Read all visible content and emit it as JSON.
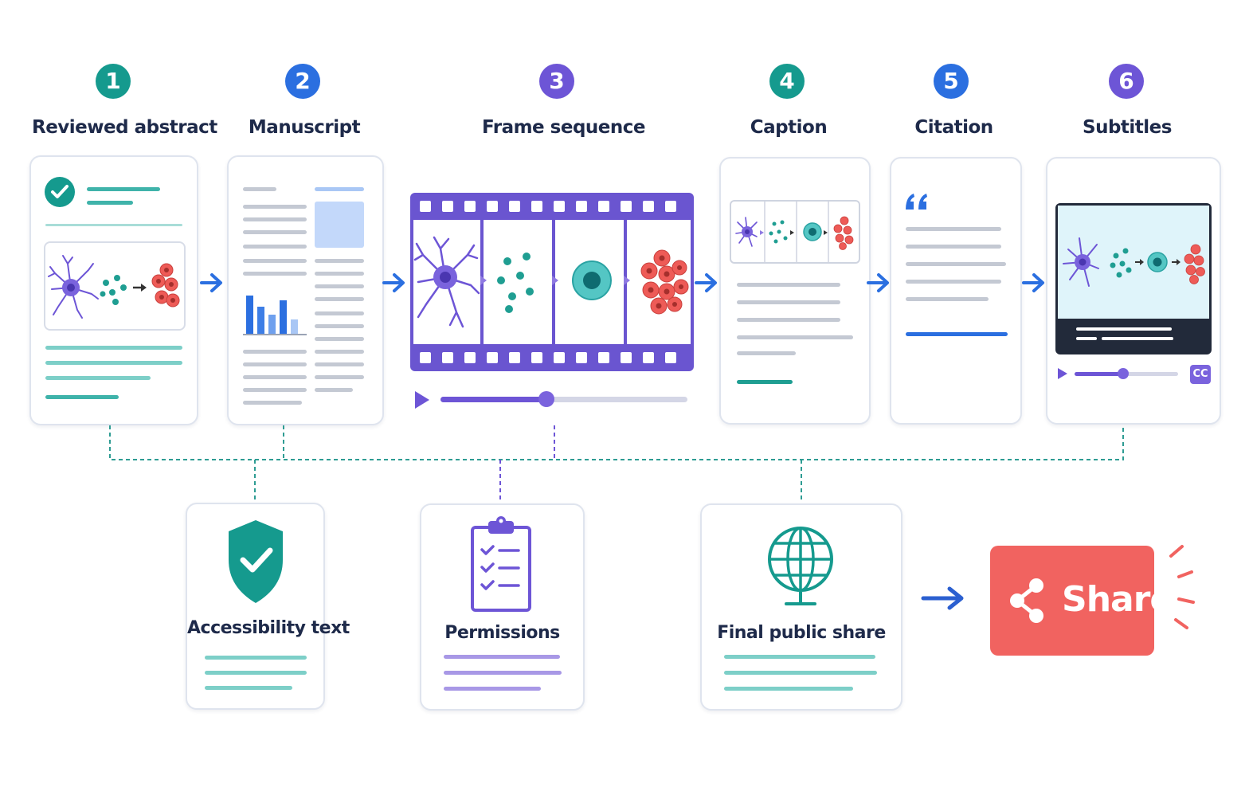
{
  "steps": [
    {
      "num": "1",
      "label": "Reviewed abstract",
      "color": "#159a8e"
    },
    {
      "num": "2",
      "label": "Manuscript",
      "color": "#2b6fe0"
    },
    {
      "num": "3",
      "label": "Frame sequence",
      "color": "#6d55d6"
    },
    {
      "num": "4",
      "label": "Caption",
      "color": "#159a8e"
    },
    {
      "num": "5",
      "label": "Citation",
      "color": "#2b6fe0"
    },
    {
      "num": "6",
      "label": "Subtitles",
      "color": "#6d55d6"
    }
  ],
  "bottom": {
    "accessibility": {
      "label": "Accessibility text",
      "icon": "shield-check-icon"
    },
    "permissions": {
      "label": "Permissions",
      "icon": "clipboard-checklist-icon"
    },
    "final_share": {
      "label": "Final public share",
      "icon": "globe-icon"
    }
  },
  "share_button": {
    "label": "Share",
    "icon": "share-icon",
    "color": "#f16360"
  },
  "subtitles_cc": "CC",
  "colors": {
    "teal": "#159a8e",
    "blue": "#2b6fe0",
    "purple": "#6d55d6",
    "coral": "#f16360",
    "film": "#6a55d0"
  }
}
